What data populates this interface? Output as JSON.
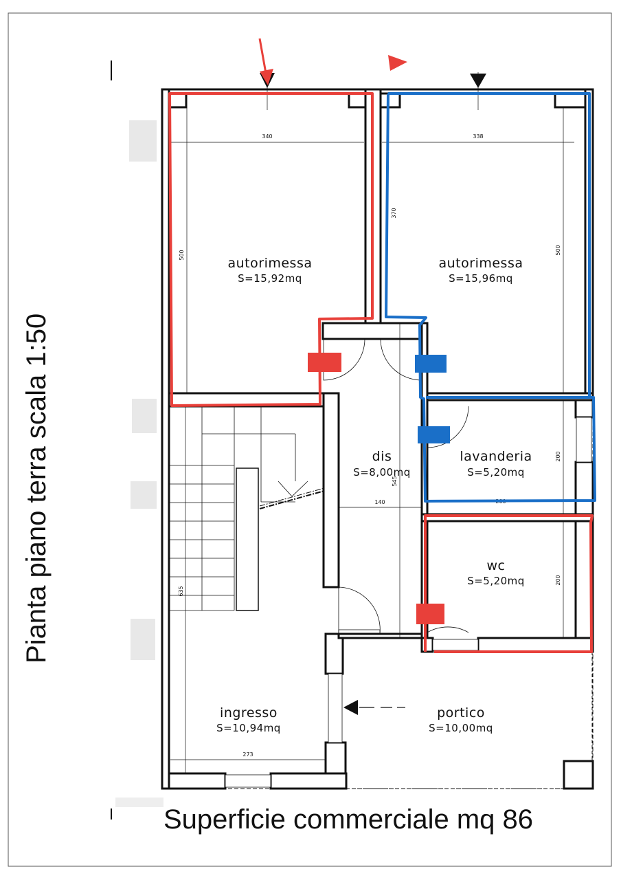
{
  "sheet": {
    "title": "Pianta piano terra scala 1:50",
    "footer": "Superficie commerciale mq 86"
  },
  "rooms": {
    "garage_left": {
      "name": "autorimessa",
      "area": "S=15,92mq"
    },
    "garage_right": {
      "name": "autorimessa",
      "area": "S=15,96mq"
    },
    "hall": {
      "name": "dis",
      "area": "S=8,00mq"
    },
    "laundry": {
      "name": "lavanderia",
      "area": "S=5,20mq"
    },
    "wc": {
      "name": "wc",
      "area": "S=5,20mq"
    },
    "entrance": {
      "name": "ingresso",
      "area": "S=10,94mq"
    },
    "porch": {
      "name": "portico",
      "area": "S=10,00mq"
    }
  },
  "dimensions": {
    "garage_left_width": "340",
    "garage_right_width": "338",
    "garage_left_depth": "500",
    "garage_right_depth": "500",
    "garage_right_inner": "370",
    "hall_width": "140",
    "hall_depth": "545",
    "laundry_depth": "200",
    "laundry_width": "200",
    "wc_depth": "200",
    "stair_depth": "635",
    "entrance_width": "273"
  },
  "markup_colors": {
    "red": "#e8403a",
    "blue": "#1a6fc8"
  }
}
